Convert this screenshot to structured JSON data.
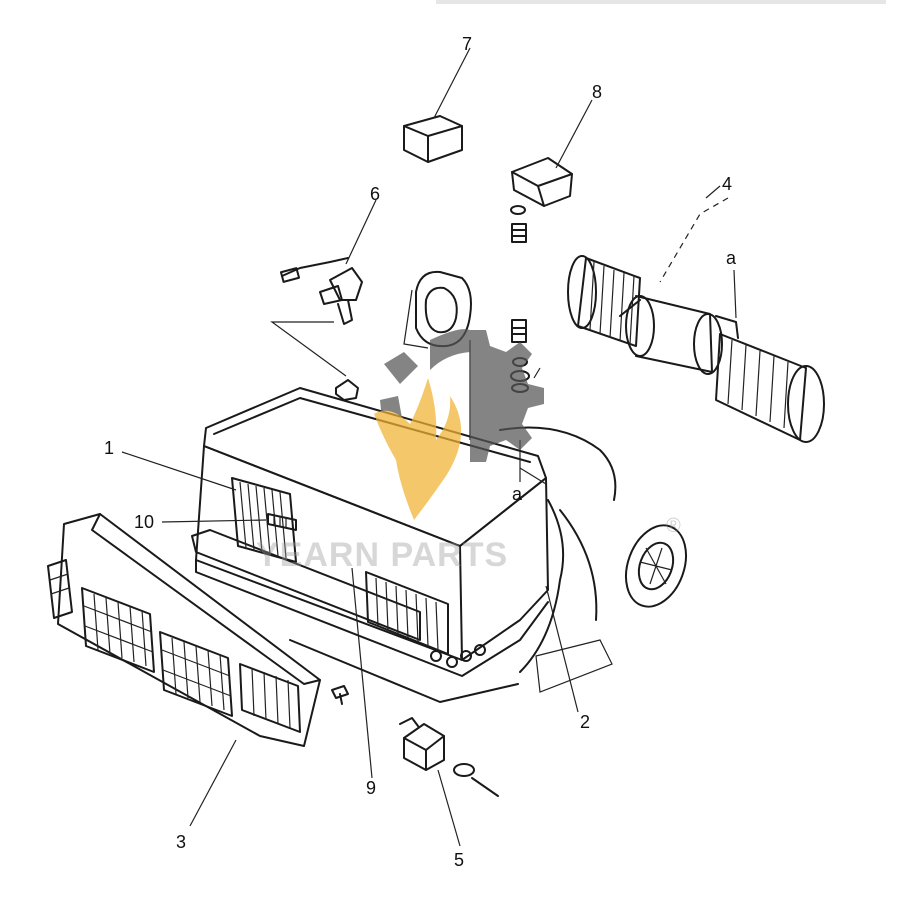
{
  "callouts": [
    {
      "label": "1"
    },
    {
      "label": "2"
    },
    {
      "label": "3"
    },
    {
      "label": "4"
    },
    {
      "label": "5"
    },
    {
      "label": "6"
    },
    {
      "label": "7"
    },
    {
      "label": "8"
    },
    {
      "label": "9"
    },
    {
      "label": "10"
    }
  ],
  "section_marks": [
    "a",
    "a"
  ],
  "watermark": {
    "text": "YEARN PARTS",
    "registered": "®",
    "gear_color": "#555555",
    "flame_color": "#f2b233"
  }
}
